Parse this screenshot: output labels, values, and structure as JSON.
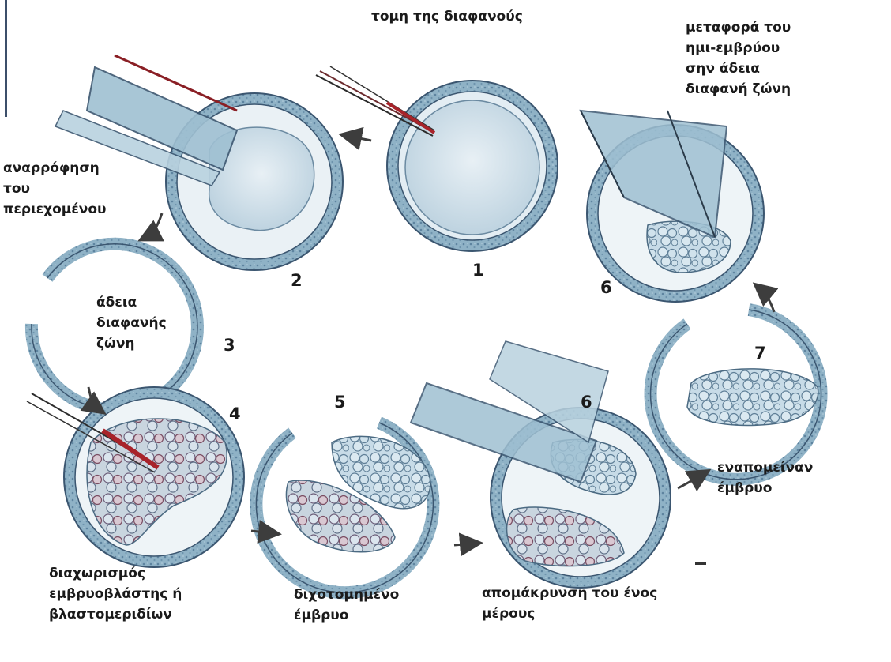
{
  "labels": {
    "incision": "τομη της διαφανούς",
    "aspiration": [
      "αναρρόφηση",
      "του",
      "περιεχομένου"
    ],
    "empty_zona": [
      "άδεια",
      "διαφανής",
      "ζώνη"
    ],
    "separation": [
      "διαχωρισμός",
      "εμβρυοβλάστης ή",
      "βλαστομεριδίων"
    ],
    "bisected": [
      "διχοτομημένο",
      "έμβρυο"
    ],
    "removal": [
      "απομάκρυνση του ένος",
      "μέρους"
    ],
    "remaining": [
      "εναπομείναν",
      "έμβρυο"
    ],
    "transfer": [
      "μεταφορά του",
      "ημι-εμβρύου",
      "σην άδεια",
      "διαφανή ζώνη"
    ]
  },
  "steps": {
    "s1": "1",
    "s2": "2",
    "s3": "3",
    "s4": "4",
    "s5": "5",
    "s6a": "6",
    "s7": "7",
    "s6b": "6"
  },
  "colors": {
    "zona": "#8fb2c6",
    "zona_edge": "#3b5670",
    "cell_fill": "#cfe0ea",
    "blastomere": "#8aa8bd",
    "pipette": "#9fc0d2",
    "needle_red": "#a8232a",
    "arrow": "#444444"
  }
}
